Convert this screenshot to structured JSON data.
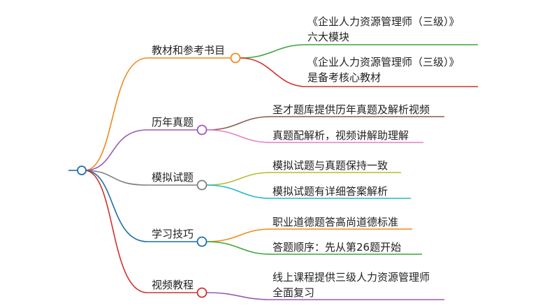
{
  "branches": [
    {
      "label": "教材和参考书目",
      "color": "#f08a1c",
      "leaves": [
        {
          "lines": [
            "《企业人力资源管理师（三级）》",
            "六大模块"
          ],
          "color": "#3aa636"
        },
        {
          "lines": [
            "《企业人力资源管理师（三级）》",
            "是备考核心教材"
          ],
          "color": "#d0312d"
        }
      ]
    },
    {
      "label": "历年真题",
      "color": "#9b59b6",
      "leaves": [
        {
          "lines": [
            "圣才题库提供历年真题及解析视频"
          ],
          "color": "#8b5a4b"
        },
        {
          "lines": [
            "真题配解析，视频讲解助理解"
          ],
          "color": "#e77fc4"
        }
      ]
    },
    {
      "label": "模拟试题",
      "color": "#7f7f7f",
      "leaves": [
        {
          "lines": [
            "模拟试题与真题保持一致"
          ],
          "color": "#b5bd2a"
        },
        {
          "lines": [
            "模拟试题有详细答案解析"
          ],
          "color": "#22b8cc"
        }
      ]
    },
    {
      "label": "学习技巧",
      "color": "#1f6fa8",
      "leaves": [
        {
          "lines": [
            "职业道德题答高尚道德标准"
          ],
          "color": "#f08a1c"
        },
        {
          "lines": [
            "答题顺序：先从第26题开始"
          ],
          "color": "#3aa636"
        }
      ]
    },
    {
      "label": "视频教程",
      "color": "#d0312d",
      "leaves": [
        {
          "lines": [
            "线上课程提供三级人力资源管理师",
            "全面复习"
          ],
          "color": "#9b59b6"
        }
      ]
    }
  ],
  "root": {
    "color": "#1f6fa8"
  }
}
